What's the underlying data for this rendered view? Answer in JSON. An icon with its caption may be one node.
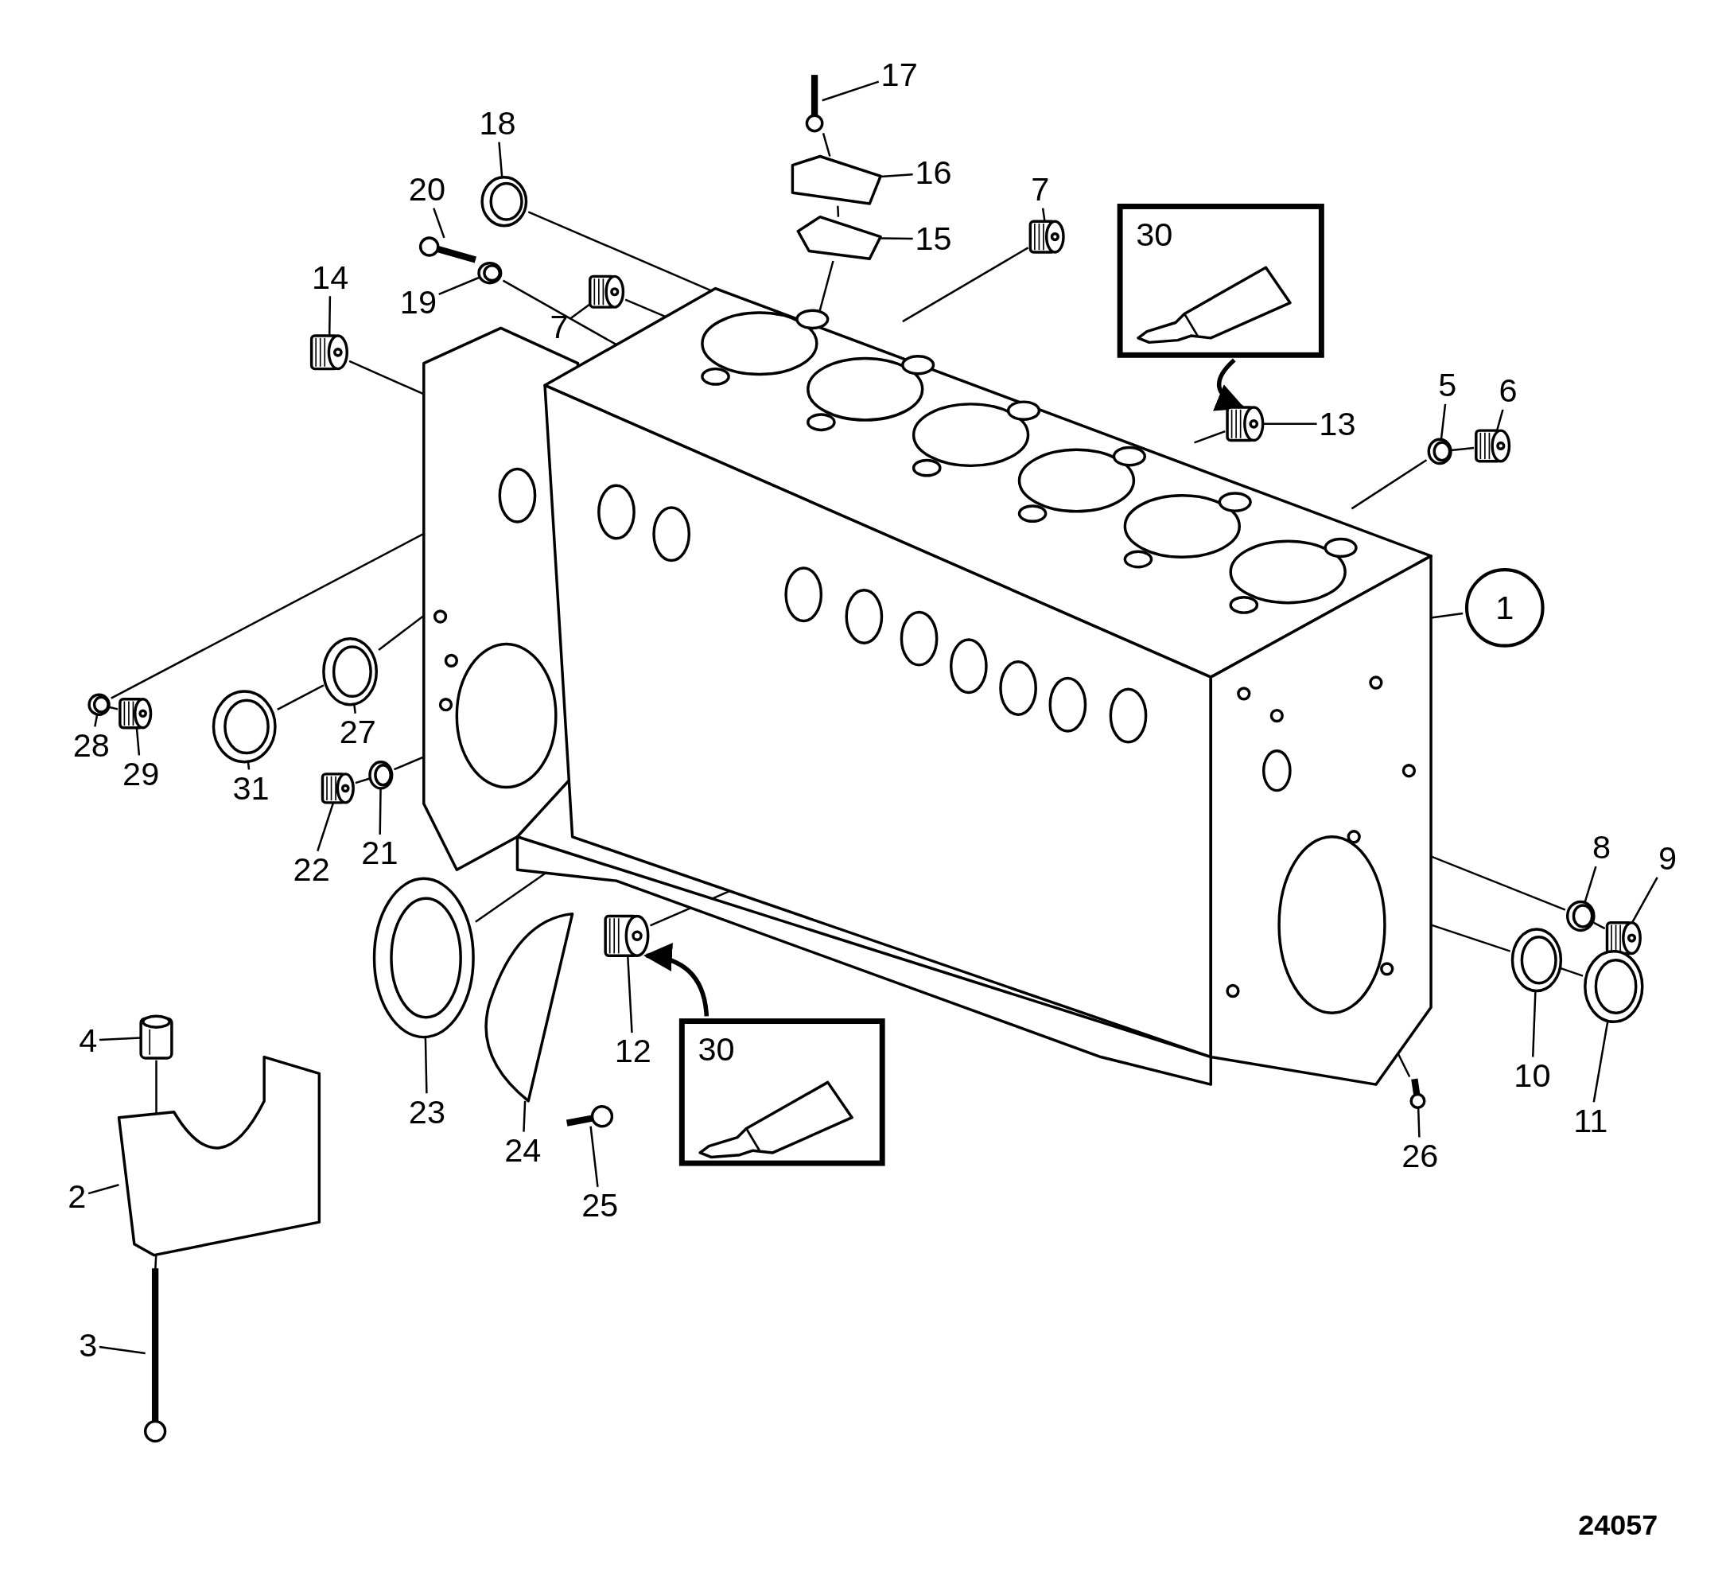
{
  "diagram": {
    "nodes": [
      {
        "text": [
          "17"
        ]
      },
      {
        "text": [
          "16"
        ]
      },
      {
        "text": [
          "15"
        ]
      },
      {
        "text": [
          "18"
        ]
      },
      {
        "text": [
          "20"
        ]
      },
      {
        "text": [
          "19"
        ]
      },
      {
        "text": [
          "7"
        ]
      },
      {
        "text": [
          "7"
        ]
      },
      {
        "text": [
          "14"
        ]
      },
      {
        "text": [
          "30"
        ]
      },
      {
        "text": [
          "13"
        ]
      },
      {
        "text": [
          "5"
        ]
      },
      {
        "text": [
          "6"
        ]
      },
      {
        "text": [
          "1"
        ]
      },
      {
        "text": [
          "28"
        ]
      },
      {
        "text": [
          "29"
        ]
      },
      {
        "text": [
          "27"
        ]
      },
      {
        "text": [
          "31"
        ]
      },
      {
        "text": [
          "22"
        ]
      },
      {
        "text": [
          "21"
        ]
      },
      {
        "text": [
          "8"
        ]
      },
      {
        "text": [
          "9"
        ]
      },
      {
        "text": [
          "10"
        ]
      },
      {
        "text": [
          "11"
        ]
      },
      {
        "text": [
          "12"
        ]
      },
      {
        "text": [
          "30"
        ]
      },
      {
        "text": [
          "23"
        ]
      },
      {
        "text": [
          "24"
        ]
      },
      {
        "text": [
          "25"
        ]
      },
      {
        "text": [
          "26"
        ]
      },
      {
        "text": [
          "4"
        ]
      },
      {
        "text": [
          "2"
        ]
      },
      {
        "text": [
          "3"
        ]
      },
      {
        "text": [],
        "shape": "picture"
      },
      {
        "text": [],
        "shape": "picture"
      },
      {
        "text": [],
        "shape": "picture"
      },
      {
        "text": [],
        "shape": "picture"
      },
      {
        "text": [],
        "shape": "picture"
      },
      {
        "text": [],
        "shape": "picture"
      },
      {
        "text": [],
        "shape": "picture"
      },
      {
        "text": [],
        "shape": "picture"
      },
      {
        "text": [],
        "shape": "picture"
      },
      {
        "text": [],
        "shape": "picture"
      },
      {
        "text": [],
        "shape": "picture"
      },
      {
        "text": [],
        "shape": "picture"
      },
      {
        "text": [],
        "shape": "picture"
      },
      {
        "text": [],
        "shape": "picture"
      },
      {
        "text": [],
        "shape": "picture"
      },
      {
        "text": [],
        "shape": "picture"
      },
      {
        "text": [],
        "shape": "picture"
      },
      {
        "text": [],
        "shape": "picture"
      },
      {
        "text": [],
        "shape": "picture"
      },
      {
        "text": [],
        "shape": "picture"
      },
      {
        "text": [],
        "shape": "picture"
      },
      {
        "text": [],
        "shape": "picture"
      },
      {
        "text": [],
        "shape": "picture"
      },
      {
        "text": [],
        "shape": "picture"
      },
      {
        "text": [],
        "shape": "picture"
      },
      {
        "text": [],
        "shape": "picture"
      },
      {
        "text": [],
        "shape": "picture"
      },
      {
        "text": [],
        "shape": "picture"
      },
      {
        "text": [],
        "shape": "picture"
      },
      {
        "text": [],
        "shape": "picture"
      },
      {
        "text": [],
        "shape": "picture"
      }
    ],
    "edges": [
      {
        "from": 0,
        "to": 33,
        "arrow": "none"
      },
      {
        "from": 1,
        "to": 34,
        "arrow": "none"
      },
      {
        "from": 2,
        "to": 35,
        "arrow": "none"
      },
      {
        "from": 3,
        "to": 36,
        "arrow": "none"
      },
      {
        "from": 4,
        "to": 37,
        "arrow": "none"
      },
      {
        "from": 5,
        "to": 38,
        "arrow": "none"
      },
      {
        "from": 6,
        "to": 39,
        "arrow": "none"
      },
      {
        "from": 7,
        "to": 40,
        "arrow": "none"
      },
      {
        "from": 8,
        "to": 41,
        "arrow": "none"
      },
      {
        "from": 9,
        "to": 42,
        "arrow": "to"
      },
      {
        "from": 10,
        "to": 42,
        "arrow": "none"
      },
      {
        "from": 11,
        "to": 43,
        "arrow": "none"
      },
      {
        "from": 12,
        "to": 44,
        "arrow": "none"
      },
      {
        "from": 13,
        "to": 45,
        "arrow": "none"
      },
      {
        "from": 14,
        "to": 46,
        "arrow": "none"
      },
      {
        "from": 15,
        "to": 47,
        "arrow": "none"
      },
      {
        "from": 16,
        "to": 48,
        "arrow": "none"
      },
      {
        "from": 17,
        "to": 49,
        "arrow": "none"
      },
      {
        "from": 18,
        "to": 50,
        "arrow": "none"
      },
      {
        "from": 19,
        "to": 51,
        "arrow": "none"
      },
      {
        "from": 20,
        "to": 52,
        "arrow": "none"
      },
      {
        "from": 21,
        "to": 53,
        "arrow": "none"
      },
      {
        "from": 22,
        "to": 54,
        "arrow": "none"
      },
      {
        "from": 23,
        "to": 55,
        "arrow": "none"
      },
      {
        "from": 24,
        "to": 56,
        "arrow": "none"
      },
      {
        "from": 25,
        "to": 56,
        "arrow": "to"
      },
      {
        "from": 26,
        "to": 57,
        "arrow": "none"
      },
      {
        "from": 27,
        "to": 58,
        "arrow": "none"
      },
      {
        "from": 28,
        "to": 59,
        "arrow": "none"
      },
      {
        "from": 29,
        "to": 60,
        "arrow": "none"
      },
      {
        "from": 30,
        "to": 61,
        "arrow": "none"
      },
      {
        "from": 31,
        "to": 62,
        "arrow": "none"
      },
      {
        "from": 32,
        "to": 63,
        "arrow": "none"
      },
      {
        "from": 36,
        "to": 45,
        "arrow": "none"
      },
      {
        "from": 38,
        "to": 45,
        "arrow": "none"
      },
      {
        "from": 39,
        "to": 45,
        "arrow": "none"
      },
      {
        "from": 40,
        "to": 45,
        "arrow": "none"
      },
      {
        "from": 41,
        "to": 45,
        "arrow": "none"
      },
      {
        "from": 42,
        "to": 45,
        "arrow": "none"
      },
      {
        "from": 44,
        "to": 43,
        "arrow": "none"
      },
      {
        "from": 43,
        "to": 45,
        "arrow": "none"
      },
      {
        "from": 47,
        "to": 46,
        "arrow": "none"
      },
      {
        "from": 46,
        "to": 45,
        "arrow": "none"
      },
      {
        "from": 49,
        "to": 48,
        "arrow": "none"
      },
      {
        "from": 48,
        "to": 45,
        "arrow": "none"
      },
      {
        "from": 50,
        "to": 51,
        "arrow": "none"
      },
      {
        "from": 51,
        "to": 45,
        "arrow": "none"
      },
      {
        "from": 53,
        "to": 52,
        "arrow": "none"
      },
      {
        "from": 52,
        "to": 45,
        "arrow": "none"
      },
      {
        "from": 55,
        "to": 54,
        "arrow": "none"
      },
      {
        "from": 54,
        "to": 45,
        "arrow": "none"
      },
      {
        "from": 56,
        "to": 45,
        "arrow": "none"
      },
      {
        "from": 57,
        "to": 45,
        "arrow": "none"
      },
      {
        "from": 60,
        "to": 45,
        "arrow": "none"
      },
      {
        "from": 33,
        "to": 34,
        "arrow": "none"
      },
      {
        "from": 34,
        "to": 35,
        "arrow": "none"
      },
      {
        "from": 35,
        "to": 45,
        "arrow": "none"
      },
      {
        "from": 61,
        "to": 62,
        "arrow": "none"
      },
      {
        "from": 62,
        "to": 63,
        "arrow": "none"
      }
    ],
    "labels": [
      "24057"
    ]
  }
}
